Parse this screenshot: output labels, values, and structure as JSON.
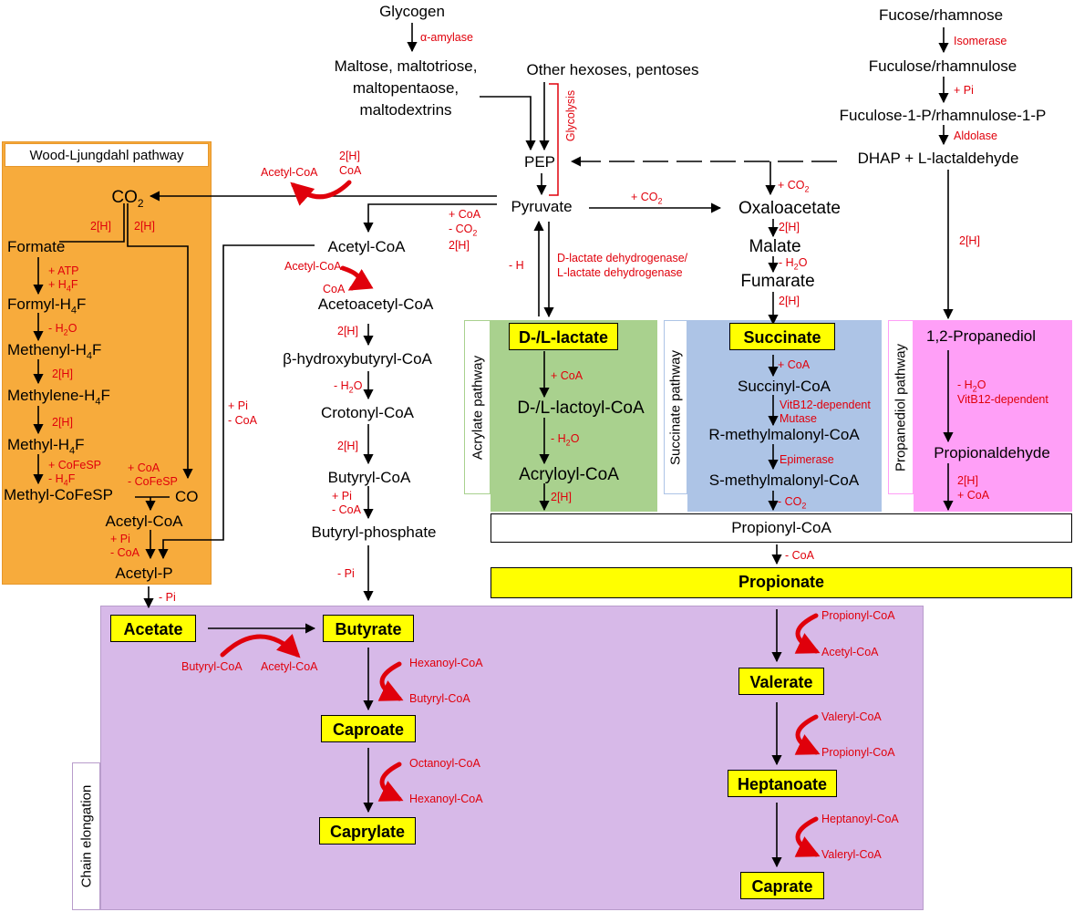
{
  "colors": {
    "wood": "#f7ab3c",
    "purple": "#d7b9e8",
    "acrylate": "#a9d18e",
    "succinate": "#adc4e6",
    "propanediol": "#ff9ff7",
    "product": "#ffff00",
    "cofactor": "#e0000b"
  },
  "pathways": {
    "wood": "Wood-Ljungdahl pathway",
    "acrylate": "Acrylate pathway",
    "succinate": "Succinate pathway",
    "propanediol": "Propanediol pathway",
    "chain": "Chain elongation",
    "glycolysis": "Glycolysis"
  },
  "metabolites": {
    "glycogen": "Glycogen",
    "maltose_1": "Maltose, maltotriose,",
    "maltose_2": "maltopentaose,",
    "maltose_3": "maltodextrins",
    "hexoses": "Other hexoses, pentoses",
    "pep": "PEP",
    "pyruvate": "Pyruvate",
    "fucose": "Fucose/rhamnose",
    "fuculose": "Fuculose/rhamnulose",
    "fuculose1p": "Fuculose-1-P/rhamnulose-1-P",
    "dhap": "DHAP + L-lactaldehyde",
    "oxaloacetate": "Oxaloacetate",
    "malate": "Malate",
    "fumarate": "Fumarate",
    "co2": "CO",
    "formate": "Formate",
    "formyl": "Formyl-H",
    "methenyl": "Methenyl-H",
    "methylene": "Methylene-H",
    "methyl": "Methyl-H",
    "h4f_tail": "F",
    "four": "4",
    "two": "2",
    "methyl_cofesp": "Methyl-CoFeSP",
    "co": "CO",
    "wl_acetylcoa": "Acetyl-CoA",
    "acetylp": "Acetyl-P",
    "acetylcoa": "Acetyl-CoA",
    "acetoacetyl": "Acetoacetyl-CoA",
    "hydroxybutyryl": "β-hydroxybutyryl-CoA",
    "crotonyl": "Crotonyl-CoA",
    "butyrylcoa": "Butyryl-CoA",
    "butyrylphos": "Butyryl-phosphate",
    "lactoyl": "D-/L-lactoyl-CoA",
    "acryloyl": "Acryloyl-CoA",
    "succinylcoa": "Succinyl-CoA",
    "rmethyl": "R-methylmalonyl-CoA",
    "smethyl": "S-methylmalonyl-CoA",
    "propanediol": "1,2-Propanediol",
    "propionaldehyde": "Propionaldehyde",
    "propionylcoa": "Propionyl-CoA"
  },
  "products": {
    "lactate": "D-/L-lactate",
    "succinate": "Succinate",
    "propionate": "Propionate",
    "acetate": "Acetate",
    "butyrate": "Butyrate",
    "caproate": "Caproate",
    "caprylate": "Caprylate",
    "valerate": "Valerate",
    "heptanoate": "Heptanoate",
    "caprate": "Caprate"
  },
  "cofactors": {
    "amylase": "α-amylase",
    "isomerase": "Isomerase",
    "plus_pi": "+ Pi",
    "aldolase": "Aldolase",
    "plus_co2": "+ CO",
    "h2": "2[H]",
    "minus_h2o": "- H",
    "o": "O",
    "two": "2",
    "four": "4",
    "ldh_1": "D-lactate dehydrogenase/",
    "ldh_2": "L-lactate dehydrogenase",
    "minus_h": "- H",
    "pyr_coa": "+ CoA",
    "pyr_co2": "- CO",
    "pyr_2h": "2[H]",
    "top_acetylcoa": "Acetyl-CoA",
    "top_2h": "2[H]",
    "top_coa": "CoA",
    "plus_atp": "+ ATP",
    "plus_h4f": "+ H",
    "plus_cofesp": "+ CoFeSP",
    "minus_h4f": "- H",
    "plus_coa": "+ CoA",
    "minus_cofesp": "- CoFeSP",
    "minus_coa": "- CoA",
    "minus_pi": "- Pi",
    "aa_acetylcoa": "Acetyl-CoA",
    "aa_coa": "CoA",
    "vitb12_1": "VitB12-dependent",
    "mutase": "Mutase",
    "epimerase": "Epimerase",
    "vitb12_2": "VitB12-dependent",
    "butyrylcoa_in": "Butyryl-CoA",
    "acetylcoa_out": "Acetyl-CoA",
    "hexanoyl_in": "Hexanoyl-CoA",
    "butyryl_out": "Butyryl-CoA",
    "octanoyl_in": "Octanoyl-CoA",
    "hexanoyl_out": "Hexanoyl-CoA",
    "propionyl_in": "Propionyl-CoA",
    "acetyl_out": "Acetyl-CoA",
    "valeryl_in": "Valeryl-CoA",
    "propionyl_out": "Propionyl-CoA",
    "heptanoyl_in": "Heptanoyl-CoA",
    "valeryl_out": "Valeryl-CoA"
  }
}
